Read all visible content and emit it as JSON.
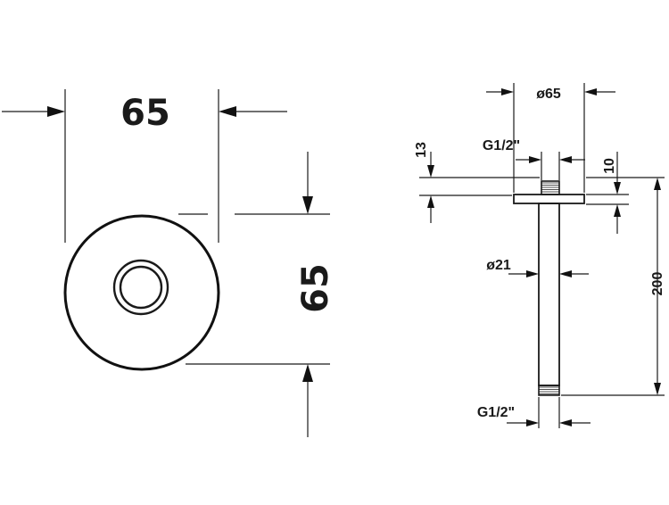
{
  "front_view": {
    "width_label": "65",
    "height_label": "65"
  },
  "side_view": {
    "flange_diameter_label": "ø65",
    "top_thread_label": "G1/2\"",
    "flange_thickness_label": "13",
    "flange_offset_label": "10",
    "pipe_diameter_label": "ø21",
    "length_label": "200",
    "bottom_thread_label": "G1/2\""
  }
}
